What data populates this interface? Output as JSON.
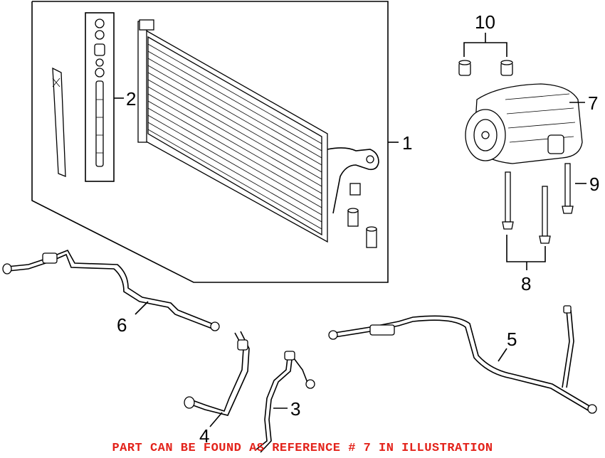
{
  "diagram": {
    "callouts": {
      "c1": "1",
      "c2": "2",
      "c3": "3",
      "c4": "4",
      "c5": "5",
      "c6": "6",
      "c7": "7",
      "c8": "8",
      "c9": "9",
      "c10": "10"
    }
  },
  "footer": {
    "notice": "PART CAN BE FOUND AS REFERENCE # 7 IN ILLUSTRATION"
  },
  "colors": {
    "notice": "#e3231b",
    "lines": "#000000"
  }
}
